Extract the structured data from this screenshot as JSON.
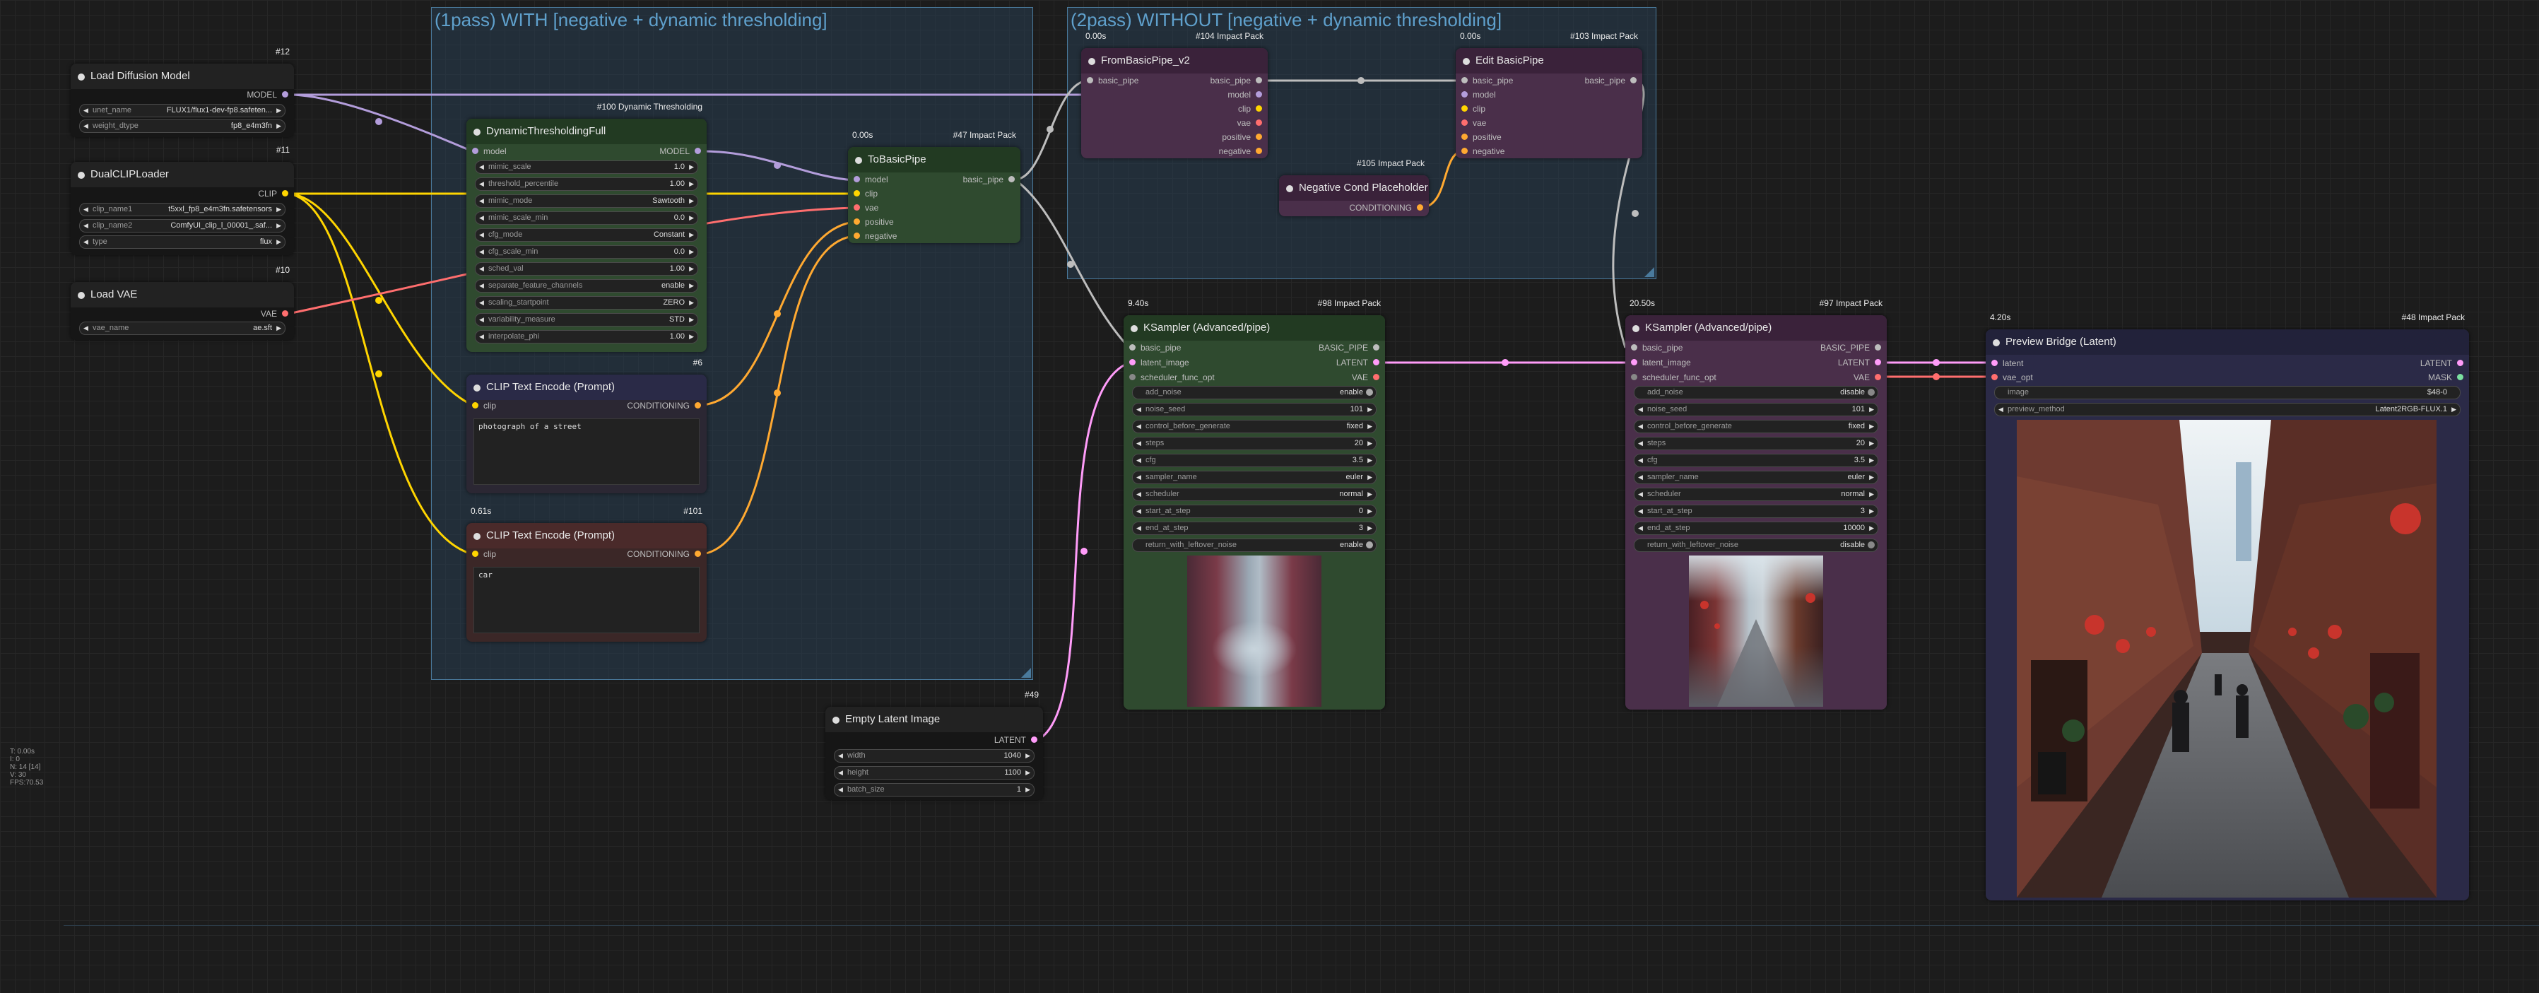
{
  "colors": {
    "model": "#b39ddb",
    "clip": "#ffd500",
    "vae": "#ff6e6e",
    "conditioning": "#ffa931",
    "latent": "#ff9cf9",
    "pipe": "#bdbdbd"
  },
  "groups": {
    "with": {
      "title": "(1pass) WITH [negative + dynamic thresholding]"
    },
    "without": {
      "title": "(2pass) WITHOUT [negative + dynamic thresholding]"
    }
  },
  "nodes": {
    "load_diffusion_model": {
      "id": "#12",
      "title": "Load Diffusion Model",
      "outputs": [
        "MODEL"
      ],
      "widgets": [
        {
          "label": "unet_name",
          "value": "FLUX1/flux1-dev-fp8.safeten..."
        },
        {
          "label": "weight_dtype",
          "value": "fp8_e4m3fn"
        }
      ]
    },
    "dual_clip_loader": {
      "id": "#11",
      "title": "DualCLIPLoader",
      "outputs": [
        "CLIP"
      ],
      "widgets": [
        {
          "label": "clip_name1",
          "value": "t5xxl_fp8_e4m3fn.safetensors"
        },
        {
          "label": "clip_name2",
          "value": "ComfyUI_clip_l_00001_.saf..."
        },
        {
          "label": "type",
          "value": "flux"
        }
      ]
    },
    "load_vae": {
      "id": "#10",
      "title": "Load VAE",
      "outputs": [
        "VAE"
      ],
      "widgets": [
        {
          "label": "vae_name",
          "value": "ae.sft"
        }
      ]
    },
    "dynamic_thresholding": {
      "id": "#100 Dynamic Thresholding",
      "title": "DynamicThresholdingFull",
      "inputs": [
        "model"
      ],
      "outputs": [
        "MODEL"
      ],
      "widgets": [
        {
          "label": "mimic_scale",
          "value": "1.0"
        },
        {
          "label": "threshold_percentile",
          "value": "1.00"
        },
        {
          "label": "mimic_mode",
          "value": "Sawtooth"
        },
        {
          "label": "mimic_scale_min",
          "value": "0.0"
        },
        {
          "label": "cfg_mode",
          "value": "Constant"
        },
        {
          "label": "cfg_scale_min",
          "value": "0.0"
        },
        {
          "label": "sched_val",
          "value": "1.00"
        },
        {
          "label": "separate_feature_channels",
          "value": "enable"
        },
        {
          "label": "scaling_startpoint",
          "value": "ZERO"
        },
        {
          "label": "variability_measure",
          "value": "STD"
        },
        {
          "label": "interpolate_phi",
          "value": "1.00"
        }
      ]
    },
    "clip_text_pos": {
      "id": "#6",
      "title": "CLIP Text Encode (Prompt)",
      "inputs": [
        "clip"
      ],
      "outputs": [
        "CONDITIONING"
      ],
      "text": "photograph of a street"
    },
    "clip_text_neg": {
      "id": "#101",
      "time": "0.61s",
      "title": "CLIP Text Encode (Prompt)",
      "inputs": [
        "clip"
      ],
      "outputs": [
        "CONDITIONING"
      ],
      "text": "car"
    },
    "to_basic_pipe": {
      "id": "#47 Impact Pack",
      "time": "0.00s",
      "title": "ToBasicPipe",
      "inputs": [
        "model",
        "clip",
        "vae",
        "positive",
        "negative"
      ],
      "outputs": [
        "basic_pipe"
      ]
    },
    "from_basic_pipe": {
      "id": "#104 Impact Pack",
      "time": "0.00s",
      "title": "FromBasicPipe_v2",
      "inputs": [
        "basic_pipe"
      ],
      "outputs": [
        "basic_pipe",
        "model",
        "clip",
        "vae",
        "positive",
        "negative"
      ]
    },
    "edit_basic_pipe": {
      "id": "#103 Impact Pack",
      "time": "0.00s",
      "title": "Edit BasicPipe",
      "inputs": [
        "basic_pipe",
        "model",
        "clip",
        "vae",
        "positive",
        "negative"
      ],
      "outputs": [
        "basic_pipe"
      ]
    },
    "neg_cond_placeholder": {
      "id": "#105 Impact Pack",
      "title": "Negative Cond Placeholder",
      "outputs": [
        "CONDITIONING"
      ]
    },
    "ksampler1": {
      "id": "#98 Impact Pack",
      "time": "9.40s",
      "title": "KSampler (Advanced/pipe)",
      "inputs": [
        "basic_pipe",
        "latent_image",
        "scheduler_func_opt"
      ],
      "outputs": [
        "BASIC_PIPE",
        "LATENT",
        "VAE"
      ],
      "widgets": [
        {
          "label": "add_noise",
          "value": "enable",
          "toggle": true
        },
        {
          "label": "noise_seed",
          "value": "101"
        },
        {
          "label": "control_before_generate",
          "value": "fixed"
        },
        {
          "label": "steps",
          "value": "20"
        },
        {
          "label": "cfg",
          "value": "3.5"
        },
        {
          "label": "sampler_name",
          "value": "euler"
        },
        {
          "label": "scheduler",
          "value": "normal"
        },
        {
          "label": "start_at_step",
          "value": "0"
        },
        {
          "label": "end_at_step",
          "value": "3"
        },
        {
          "label": "return_with_leftover_noise",
          "value": "enable",
          "toggle": true
        }
      ]
    },
    "ksampler2": {
      "id": "#97 Impact Pack",
      "time": "20.50s",
      "title": "KSampler (Advanced/pipe)",
      "inputs": [
        "basic_pipe",
        "latent_image",
        "scheduler_func_opt"
      ],
      "outputs": [
        "BASIC_PIPE",
        "LATENT",
        "VAE"
      ],
      "widgets": [
        {
          "label": "add_noise",
          "value": "disable",
          "toggle": true
        },
        {
          "label": "noise_seed",
          "value": "101"
        },
        {
          "label": "control_before_generate",
          "value": "fixed"
        },
        {
          "label": "steps",
          "value": "20"
        },
        {
          "label": "cfg",
          "value": "3.5"
        },
        {
          "label": "sampler_name",
          "value": "euler"
        },
        {
          "label": "scheduler",
          "value": "normal"
        },
        {
          "label": "start_at_step",
          "value": "3"
        },
        {
          "label": "end_at_step",
          "value": "10000"
        },
        {
          "label": "return_with_leftover_noise",
          "value": "disable",
          "toggle": true
        }
      ]
    },
    "empty_latent": {
      "id": "#49",
      "title": "Empty Latent Image",
      "outputs": [
        "LATENT"
      ],
      "widgets": [
        {
          "label": "width",
          "value": "1040"
        },
        {
          "label": "height",
          "value": "1100"
        },
        {
          "label": "batch_size",
          "value": "1"
        }
      ]
    },
    "preview_bridge": {
      "id": "#48 Impact Pack",
      "time": "4.20s",
      "title": "Preview Bridge (Latent)",
      "inputs": [
        "latent",
        "vae_opt"
      ],
      "outputs": [
        "LATENT",
        "MASK"
      ],
      "widgets": [
        {
          "label": "image",
          "value": "$48-0"
        },
        {
          "label": "preview_method",
          "value": "Latent2RGB-FLUX.1"
        }
      ]
    }
  },
  "status_text": "T: 0.00s\nI: 0\nN: 14 [14]\nV: 30\nFPS:70.53"
}
